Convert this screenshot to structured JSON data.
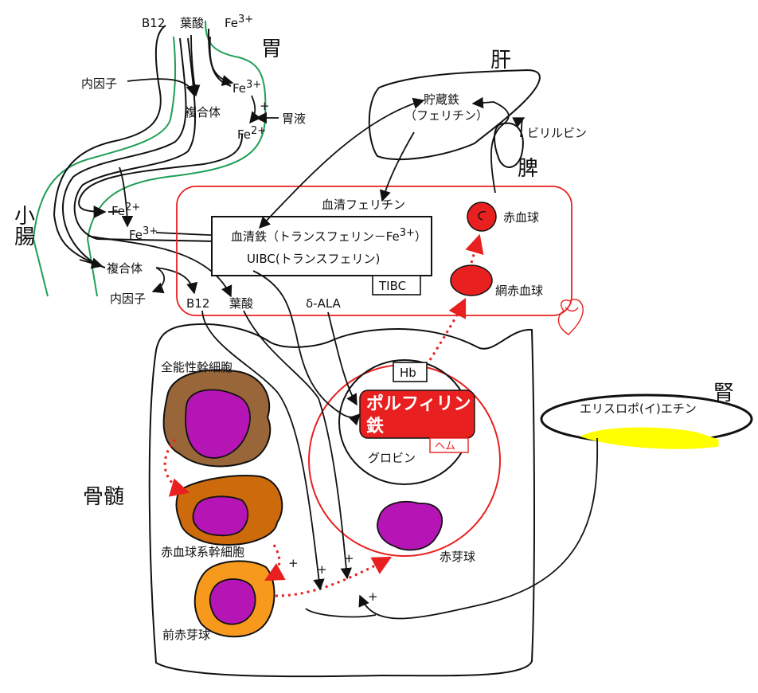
{
  "organs": {
    "stomach": "胃",
    "small_intestine": [
      "小",
      "腸"
    ],
    "liver": "肝",
    "spleen": "脾",
    "bone_marrow": "骨髄",
    "kidney": "腎"
  },
  "intake": {
    "b12": "B12",
    "folate": "葉酸",
    "fe3": "Fe"
  },
  "stomach_labels": {
    "intrinsic_factor": "内因子",
    "complex": "複合体",
    "fe3": "Fe",
    "fe2": "Fe",
    "gastric_juice": "胃液",
    "plus": "+"
  },
  "intestine_labels": {
    "fe2": "Fe",
    "fe3": "Fe",
    "complex": "複合体",
    "intrinsic_factor": "内因子",
    "b12": "B12",
    "folate": "葉酸"
  },
  "superscripts": {
    "three_plus": "3+",
    "two_plus": "2+"
  },
  "liver_labels": {
    "storage_iron": "貯蔵鉄",
    "ferritin": "（フェリチン）"
  },
  "spleen_labels": {
    "bilirubin": "ビリルビン"
  },
  "serum": {
    "serum_ferritin": "血清フェリチン",
    "serum_iron": "血清鉄（トランスフェリン－Fe",
    "serum_iron_sup": "3+",
    "serum_iron_close": "）",
    "uibc": "UIBC(トランスフェリン)",
    "tibc": "TIBC",
    "ala": "δ-ALA",
    "rbc": "赤血球",
    "reticulocyte": "網赤血球"
  },
  "marrow": {
    "pluripotent": "全能性幹細胞",
    "erythroid_stem": "赤血球系幹細胞",
    "proerythroblast": "前赤芽球",
    "erythroblast": "赤芽球",
    "hb": "Hb",
    "porphyrin": "ポルフィリン",
    "iron": "鉄",
    "heme": "ヘム",
    "globin": "グロビン",
    "plus1": "+",
    "plus2": "+",
    "plus3": "+",
    "plus4": "+"
  },
  "kidney_labels": {
    "epo": "エリスロポ(イ)エチン"
  },
  "colors": {
    "green": "#1e9e55",
    "red": "#e8201f",
    "purple": "#b515b5",
    "brown": "#99663a",
    "orange_brown": "#cc6a0c",
    "orange": "#f7991c",
    "yellow": "#ffff00"
  }
}
